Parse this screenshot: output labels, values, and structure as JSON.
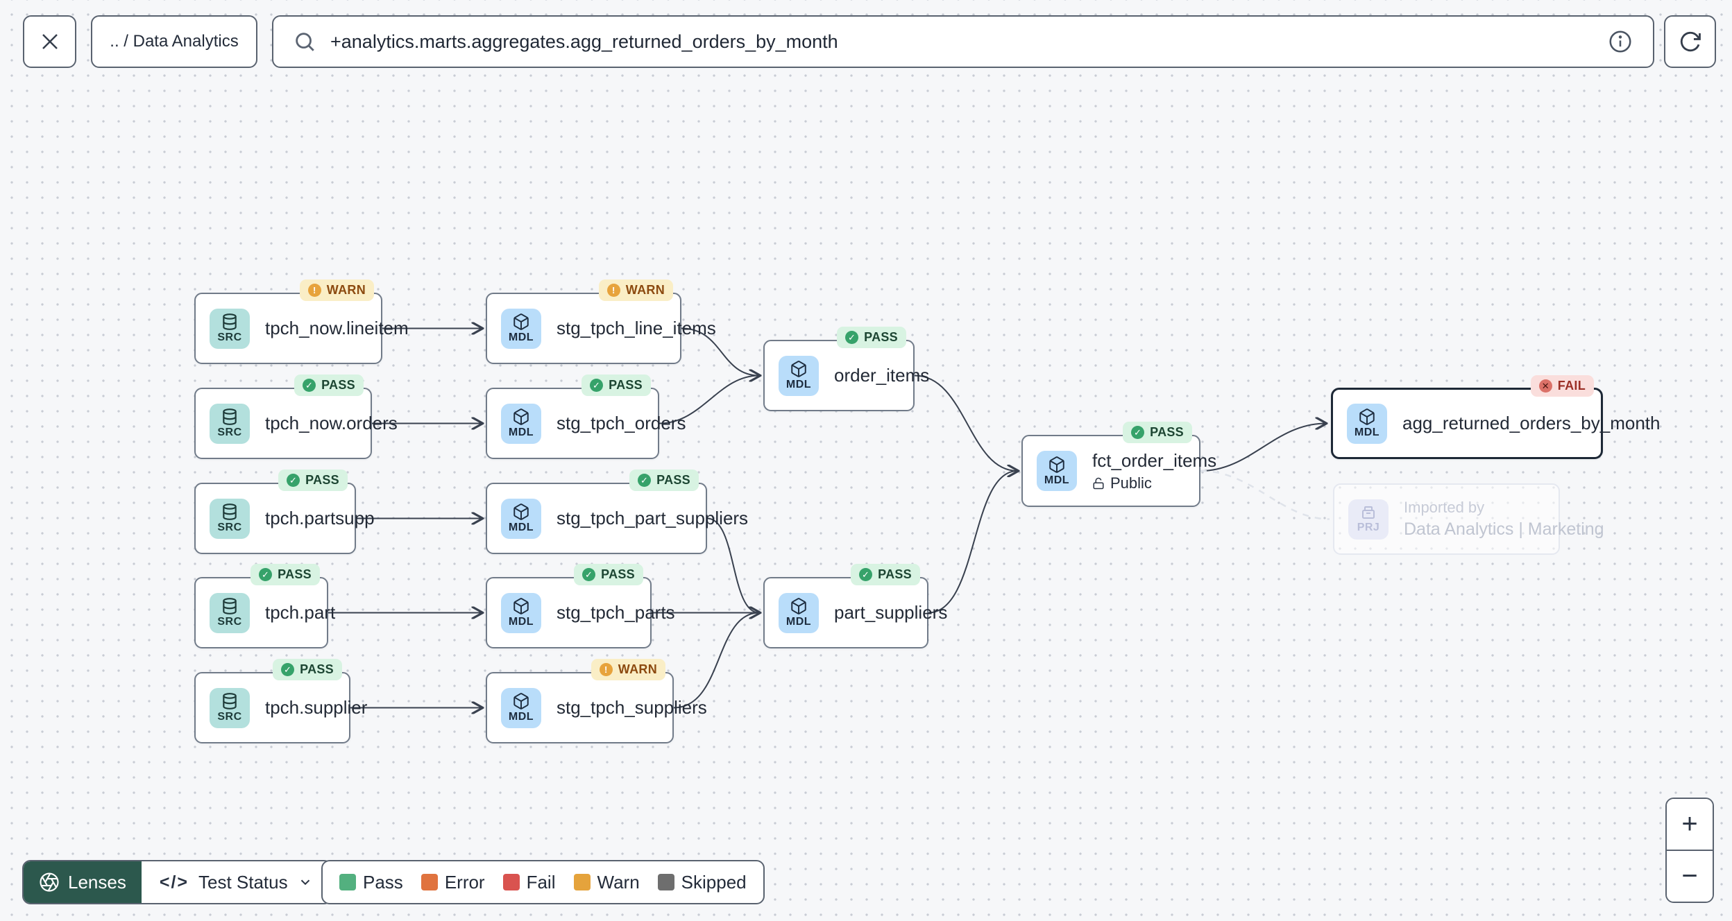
{
  "toolbar": {
    "close_icon": "close-icon",
    "breadcrumb": ".. / Data Analytics",
    "search": {
      "icon": "search-icon",
      "value": "+analytics.marts.aggregates.agg_returned_orders_by_month",
      "info_icon": "info-icon"
    },
    "refresh_icon": "refresh-icon"
  },
  "graph": {
    "nodes": [
      {
        "label": "tpch_now.lineitem",
        "type": "SRC",
        "badge": "WARN"
      },
      {
        "label": "stg_tpch_line_items",
        "type": "MDL",
        "badge": "WARN"
      },
      {
        "label": "tpch_now.orders",
        "type": "SRC",
        "badge": "PASS"
      },
      {
        "label": "stg_tpch_orders",
        "type": "MDL",
        "badge": "PASS"
      },
      {
        "label": "tpch.partsupp",
        "type": "SRC",
        "badge": "PASS"
      },
      {
        "label": "stg_tpch_part_suppliers",
        "type": "MDL",
        "badge": "PASS"
      },
      {
        "label": "tpch.part",
        "type": "SRC",
        "badge": "PASS"
      },
      {
        "label": "stg_tpch_parts",
        "type": "MDL",
        "badge": "PASS"
      },
      {
        "label": "tpch.supplier",
        "type": "SRC",
        "badge": "PASS"
      },
      {
        "label": "stg_tpch_suppliers",
        "type": "MDL",
        "badge": "WARN"
      },
      {
        "label": "order_items",
        "type": "MDL",
        "badge": "PASS"
      },
      {
        "label": "part_suppliers",
        "type": "MDL",
        "badge": "PASS"
      },
      {
        "label": "fct_order_items",
        "type": "MDL",
        "badge": "PASS",
        "access": "Public"
      },
      {
        "label": "agg_returned_orders_by_month",
        "type": "MDL",
        "badge": "FAIL",
        "selected": true
      },
      {
        "label": "Data Analytics | Marketing",
        "type": "PRJ",
        "note": "Imported by"
      }
    ]
  },
  "footer": {
    "lenses_label": "Lenses",
    "lens_selected": "Test Status",
    "legend": [
      {
        "label": "Pass",
        "color": "#53b07f"
      },
      {
        "label": "Error",
        "color": "#e0733f"
      },
      {
        "label": "Fail",
        "color": "#d9534f"
      },
      {
        "label": "Warn",
        "color": "#e5a33c"
      },
      {
        "label": "Skipped",
        "color": "#6e6e6e"
      }
    ]
  },
  "zoom_controls": {
    "zoom_in": "+",
    "zoom_out": "−"
  },
  "colors": {
    "lenses_button": "#2c584d",
    "pass_badge_bg": "#d8f3e2",
    "warn_badge_bg": "#faeec6",
    "fail_badge_bg": "#fadedc",
    "src_tile": "#b3e0dd",
    "mdl_tile": "#b9ddfa",
    "prj_tile": "#e9ebf7"
  }
}
